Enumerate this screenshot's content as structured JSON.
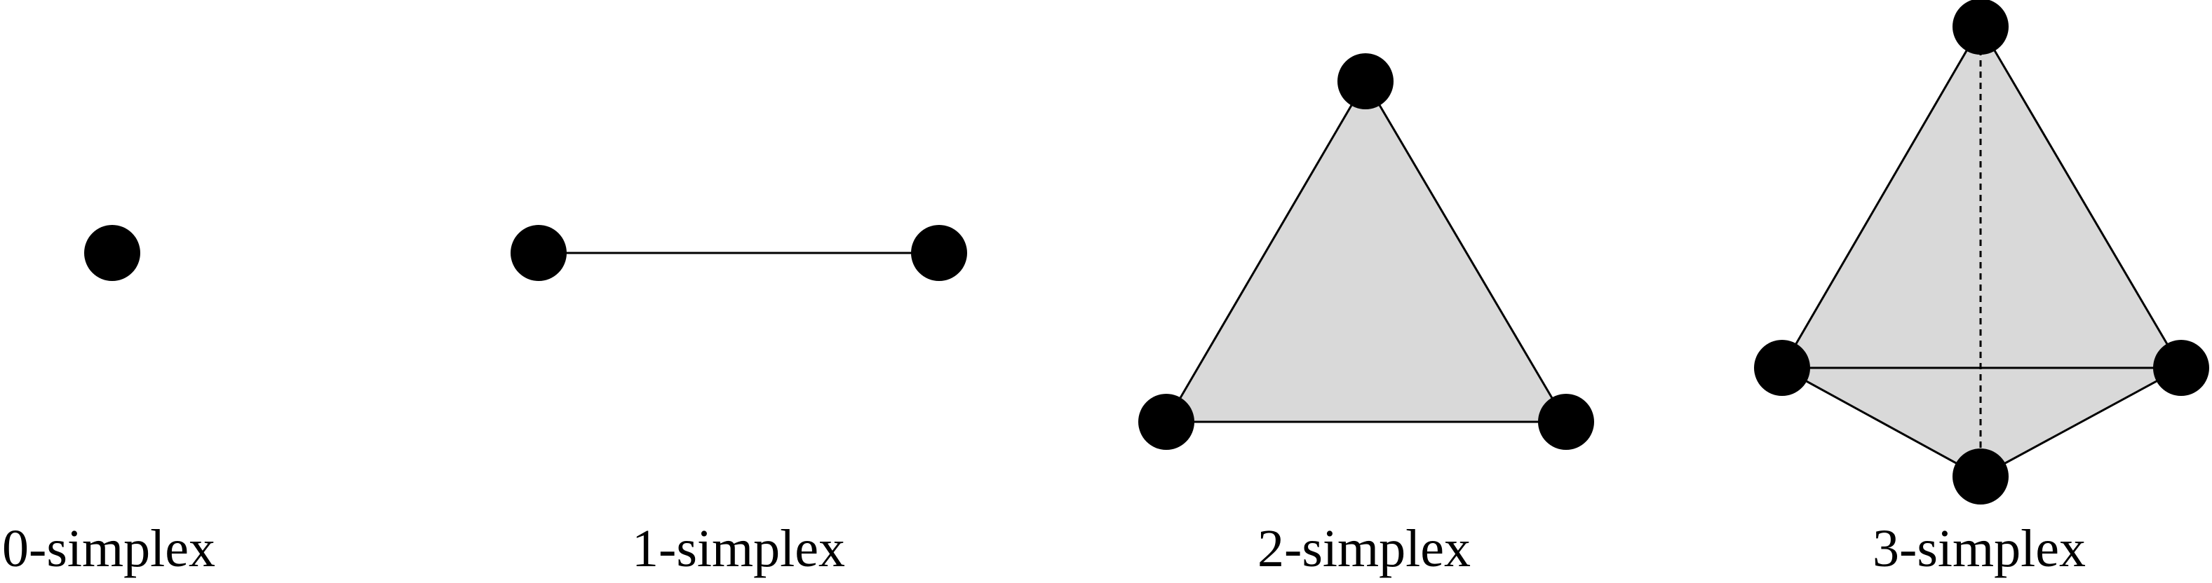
{
  "colors": {
    "vertex": "#000000",
    "edge": "#000000",
    "face_fill": "#d9d9d9",
    "background": "#ffffff"
  },
  "diagrams": [
    {
      "caption": "0-simplex"
    },
    {
      "caption": "1-simplex"
    },
    {
      "caption": "2-simplex"
    },
    {
      "caption": "3-simplex"
    }
  ]
}
